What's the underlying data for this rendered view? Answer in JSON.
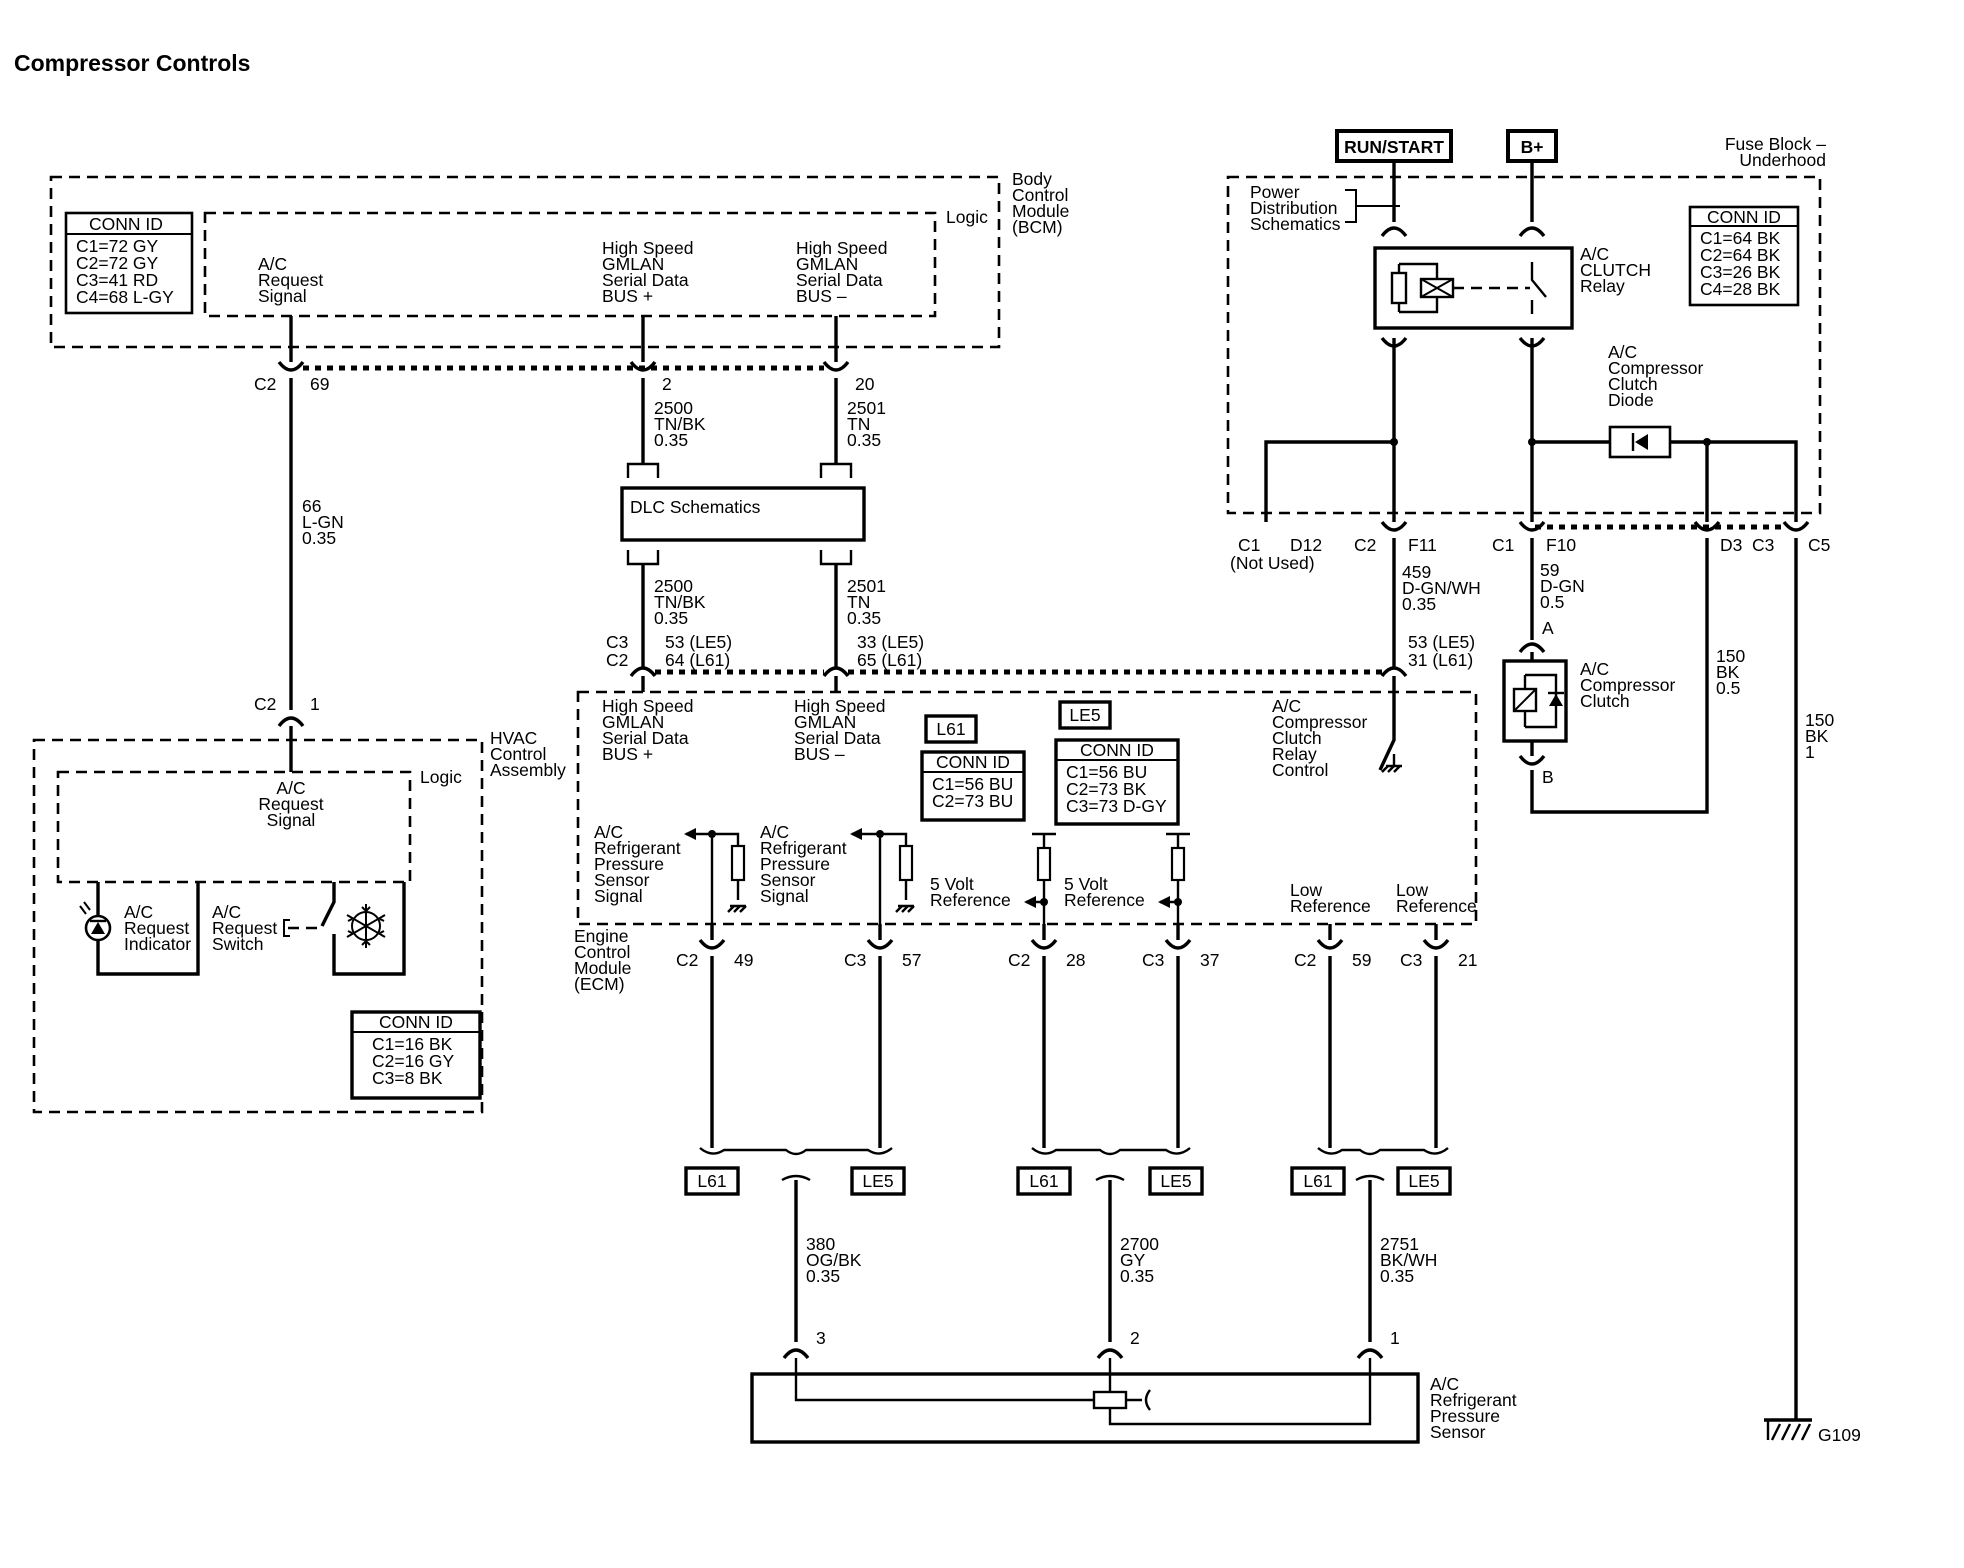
{
  "title": "Compressor Controls",
  "power": {
    "run_start": "RUN/START",
    "b_plus": "B+"
  },
  "fuse_block": {
    "name": [
      "Fuse Block –",
      "Underhood"
    ],
    "pds": [
      "Power",
      "Distribution",
      "Schematics"
    ]
  },
  "bcm": {
    "name": [
      "Body",
      "Control",
      "Module",
      "(BCM)"
    ],
    "logic": "Logic",
    "conn_title": "CONN ID",
    "conn": [
      "C1=72 GY",
      "C2=72 GY",
      "C3=41 RD",
      "C4=68 L-GY"
    ],
    "ac_request": [
      "A/C",
      "Request",
      "Signal"
    ],
    "gmlan_plus": [
      "High Speed",
      "GMLAN",
      "Serial Data",
      "BUS +"
    ],
    "gmlan_minus": [
      "High Speed",
      "GMLAN",
      "Serial Data",
      "BUS –"
    ]
  },
  "fuse_conn": {
    "title": "CONN ID",
    "rows": [
      "C1=64 BK",
      "C2=64 BK",
      "C3=26 BK",
      "C4=28 BK"
    ]
  },
  "relay": {
    "label": [
      "A/C",
      "CLUTCH",
      "Relay"
    ]
  },
  "diode": {
    "label": [
      "A/C",
      "Compressor",
      "Clutch",
      "Diode"
    ]
  },
  "clutch": {
    "label": [
      "A/C",
      "Compressor",
      "Clutch"
    ],
    "pin_a": "A",
    "pin_b": "B"
  },
  "bcm_pins": {
    "c2_left": "C2",
    "p69": "69",
    "p2": "2",
    "p20": "20"
  },
  "wires": {
    "w66": [
      "66",
      "L-GN",
      "0.35"
    ],
    "w2500a": [
      "2500",
      "TN/BK",
      "0.35"
    ],
    "w2501a": [
      "2501",
      "TN",
      "0.35"
    ],
    "w2500b": [
      "2500",
      "TN/BK",
      "0.35"
    ],
    "w2501b": [
      "2501",
      "TN",
      "0.35"
    ],
    "w459": [
      "459",
      "D-GN/WH",
      "0.35"
    ],
    "w59": [
      "59",
      "D-GN",
      "0.5"
    ],
    "w150a": [
      "150",
      "BK",
      "0.5"
    ],
    "w150b": [
      "150",
      "BK",
      "1"
    ],
    "w380": [
      "380",
      "OG/BK",
      "0.35"
    ],
    "w2700": [
      "2700",
      "GY",
      "0.35"
    ],
    "w2751": [
      "2751",
      "BK/WH",
      "0.35"
    ]
  },
  "dlc": "DLC Schematics",
  "fuse_pins": {
    "c1": "C1",
    "d12": "D12",
    "not_used": "(Not Used)",
    "c2": "C2",
    "f11": "F11",
    "c1b": "C1",
    "f10": "F10",
    "d3": "D3",
    "c3": "C3",
    "c5": "C5"
  },
  "ecm_top_pins": {
    "c3": "C3",
    "c2": "C2",
    "p53": "53 (LE5)",
    "p64": "64 (L61)",
    "p33": "33 (LE5)",
    "p65": "65 (L61)",
    "p53b": "53 (LE5)",
    "p31": "31 (L61)"
  },
  "hvac": {
    "c2": "C2",
    "p1": "1",
    "name": [
      "HVAC",
      "Control",
      "Assembly"
    ],
    "logic": "Logic",
    "ac_request": [
      "A/C",
      "Request",
      "Signal"
    ],
    "indicator": [
      "A/C",
      "Request",
      "Indicator"
    ],
    "switch": [
      "A/C",
      "Request",
      "Switch"
    ],
    "conn_title": "CONN ID",
    "conn": [
      "C1=16 BK",
      "C2=16 GY",
      "C3=8 BK"
    ]
  },
  "ecm": {
    "name": [
      "Engine",
      "Control",
      "Module",
      "(ECM)"
    ],
    "gmlan_plus": [
      "High Speed",
      "GMLAN",
      "Serial Data",
      "BUS +"
    ],
    "gmlan_minus": [
      "High Speed",
      "GMLAN",
      "Serial Data",
      "BUS –"
    ],
    "l61": "L61",
    "le5": "LE5",
    "conn_title": "CONN ID",
    "conn_l61": [
      "C1=56 BU",
      "C2=73 BU"
    ],
    "conn_le5": [
      "C1=56 BU",
      "C2=73 BK",
      "C3=73 D-GY"
    ],
    "relay_ctrl": [
      "A/C",
      "Compressor",
      "Clutch",
      "Relay",
      "Control"
    ],
    "sensor_sig": [
      "A/C",
      "Refrigerant",
      "Pressure",
      "Sensor",
      "Signal"
    ],
    "ref5v": [
      "5 Volt",
      "Reference"
    ],
    "low_ref": [
      "Low",
      "Reference"
    ]
  },
  "ecm_bottom_pins": [
    [
      "C2",
      "49"
    ],
    [
      "C3",
      "57"
    ],
    [
      "C2",
      "28"
    ],
    [
      "C3",
      "37"
    ],
    [
      "C2",
      "59"
    ],
    [
      "C3",
      "21"
    ]
  ],
  "splice": {
    "l61": "L61",
    "le5": "LE5"
  },
  "sensor": {
    "pin3": "3",
    "pin2": "2",
    "pin1": "1",
    "name": [
      "A/C",
      "Refrigerant",
      "Pressure",
      "Sensor"
    ]
  },
  "ground": "G109"
}
